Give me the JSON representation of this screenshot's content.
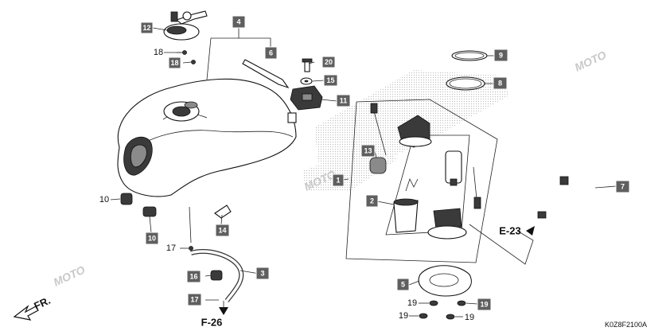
{
  "callouts": {
    "c1": "1",
    "c2": "2",
    "c3": "3",
    "c4": "4",
    "c5": "5",
    "c6": "6",
    "c7": "7",
    "c8": "8",
    "c9": "9",
    "c10a": "10",
    "c10b": "10",
    "c11": "11",
    "c12": "12",
    "c13": "13",
    "c14": "14",
    "c15": "15",
    "c16": "16",
    "c17a": "17",
    "c17b": "17",
    "c18a": "18",
    "c18b": "18",
    "c19a": "19",
    "c19b": "19",
    "c19c": "19",
    "c19d": "19",
    "c20": "20"
  },
  "references": {
    "e23": "E-23",
    "f26": "F-26",
    "fr": "FR."
  },
  "diagram_code": "K0Z8F2100A",
  "watermark": "MOTO",
  "colors": {
    "badge": "#5f5f5f",
    "watermark": "#c9c9c9",
    "stipple": "#b8b8b8"
  }
}
